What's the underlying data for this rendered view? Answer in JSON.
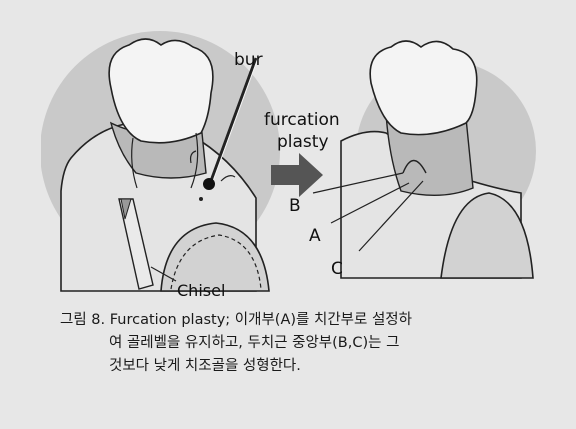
{
  "figure": {
    "labels": {
      "bur": "bur",
      "furcation_line1": "furcation",
      "furcation_line2": "plasty",
      "b": "B",
      "a": "A",
      "c": "C",
      "chisel": "Chisel"
    }
  },
  "caption": {
    "lead": "그림 8.",
    "line1": "Furcation plasty; 이개부(A)를 치간부로 설정하",
    "line2": "여 골레벨을 유지하고, 두치근 중앙부(B,C)는 그",
    "line3": "것보다 낮게 치조골을 성형한다."
  }
}
